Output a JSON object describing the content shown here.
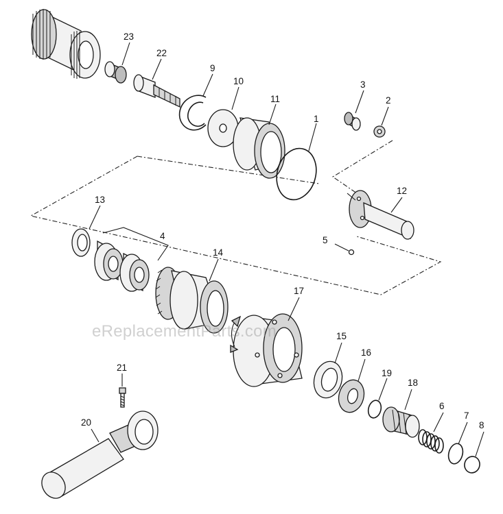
{
  "watermark": "eReplacementParts.com",
  "callouts": {
    "p1": "1",
    "p2": "2",
    "p3": "3",
    "p4": "4",
    "p5": "5",
    "p6": "6",
    "p7": "7",
    "p8": "8",
    "p9": "9",
    "p10": "10",
    "p11": "11",
    "p12": "12",
    "p13": "13",
    "p14": "14",
    "p15": "15",
    "p16": "16",
    "p17": "17",
    "p18": "18",
    "p19": "19",
    "p20": "20",
    "p21": "21",
    "p22": "22",
    "p23": "23"
  },
  "colors": {
    "line": "#1a1a1a",
    "fill": "#f2f2f2",
    "background": "#ffffff"
  }
}
